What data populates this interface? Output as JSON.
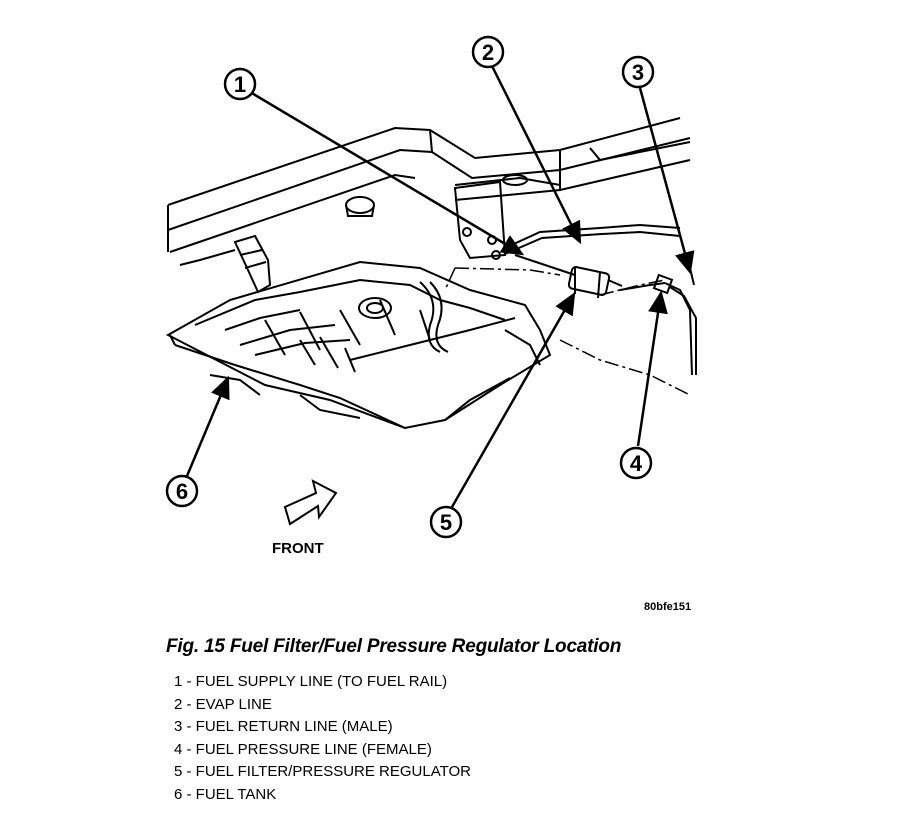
{
  "callouts": [
    {
      "number": "1"
    },
    {
      "number": "2"
    },
    {
      "number": "3"
    },
    {
      "number": "4"
    },
    {
      "number": "5"
    },
    {
      "number": "6"
    }
  ],
  "front_label": "FRONT",
  "image_code": "80bfe151",
  "figure_caption": "Fig. 15 Fuel Filter/Fuel Pressure Regulator Location",
  "legend": [
    "1 - FUEL SUPPLY LINE (TO FUEL RAIL)",
    "2 - EVAP LINE",
    "3 - FUEL RETURN LINE (MALE)",
    "4 - FUEL PRESSURE LINE (FEMALE)",
    "5 - FUEL FILTER/PRESSURE REGULATOR",
    "6 - FUEL TANK"
  ]
}
